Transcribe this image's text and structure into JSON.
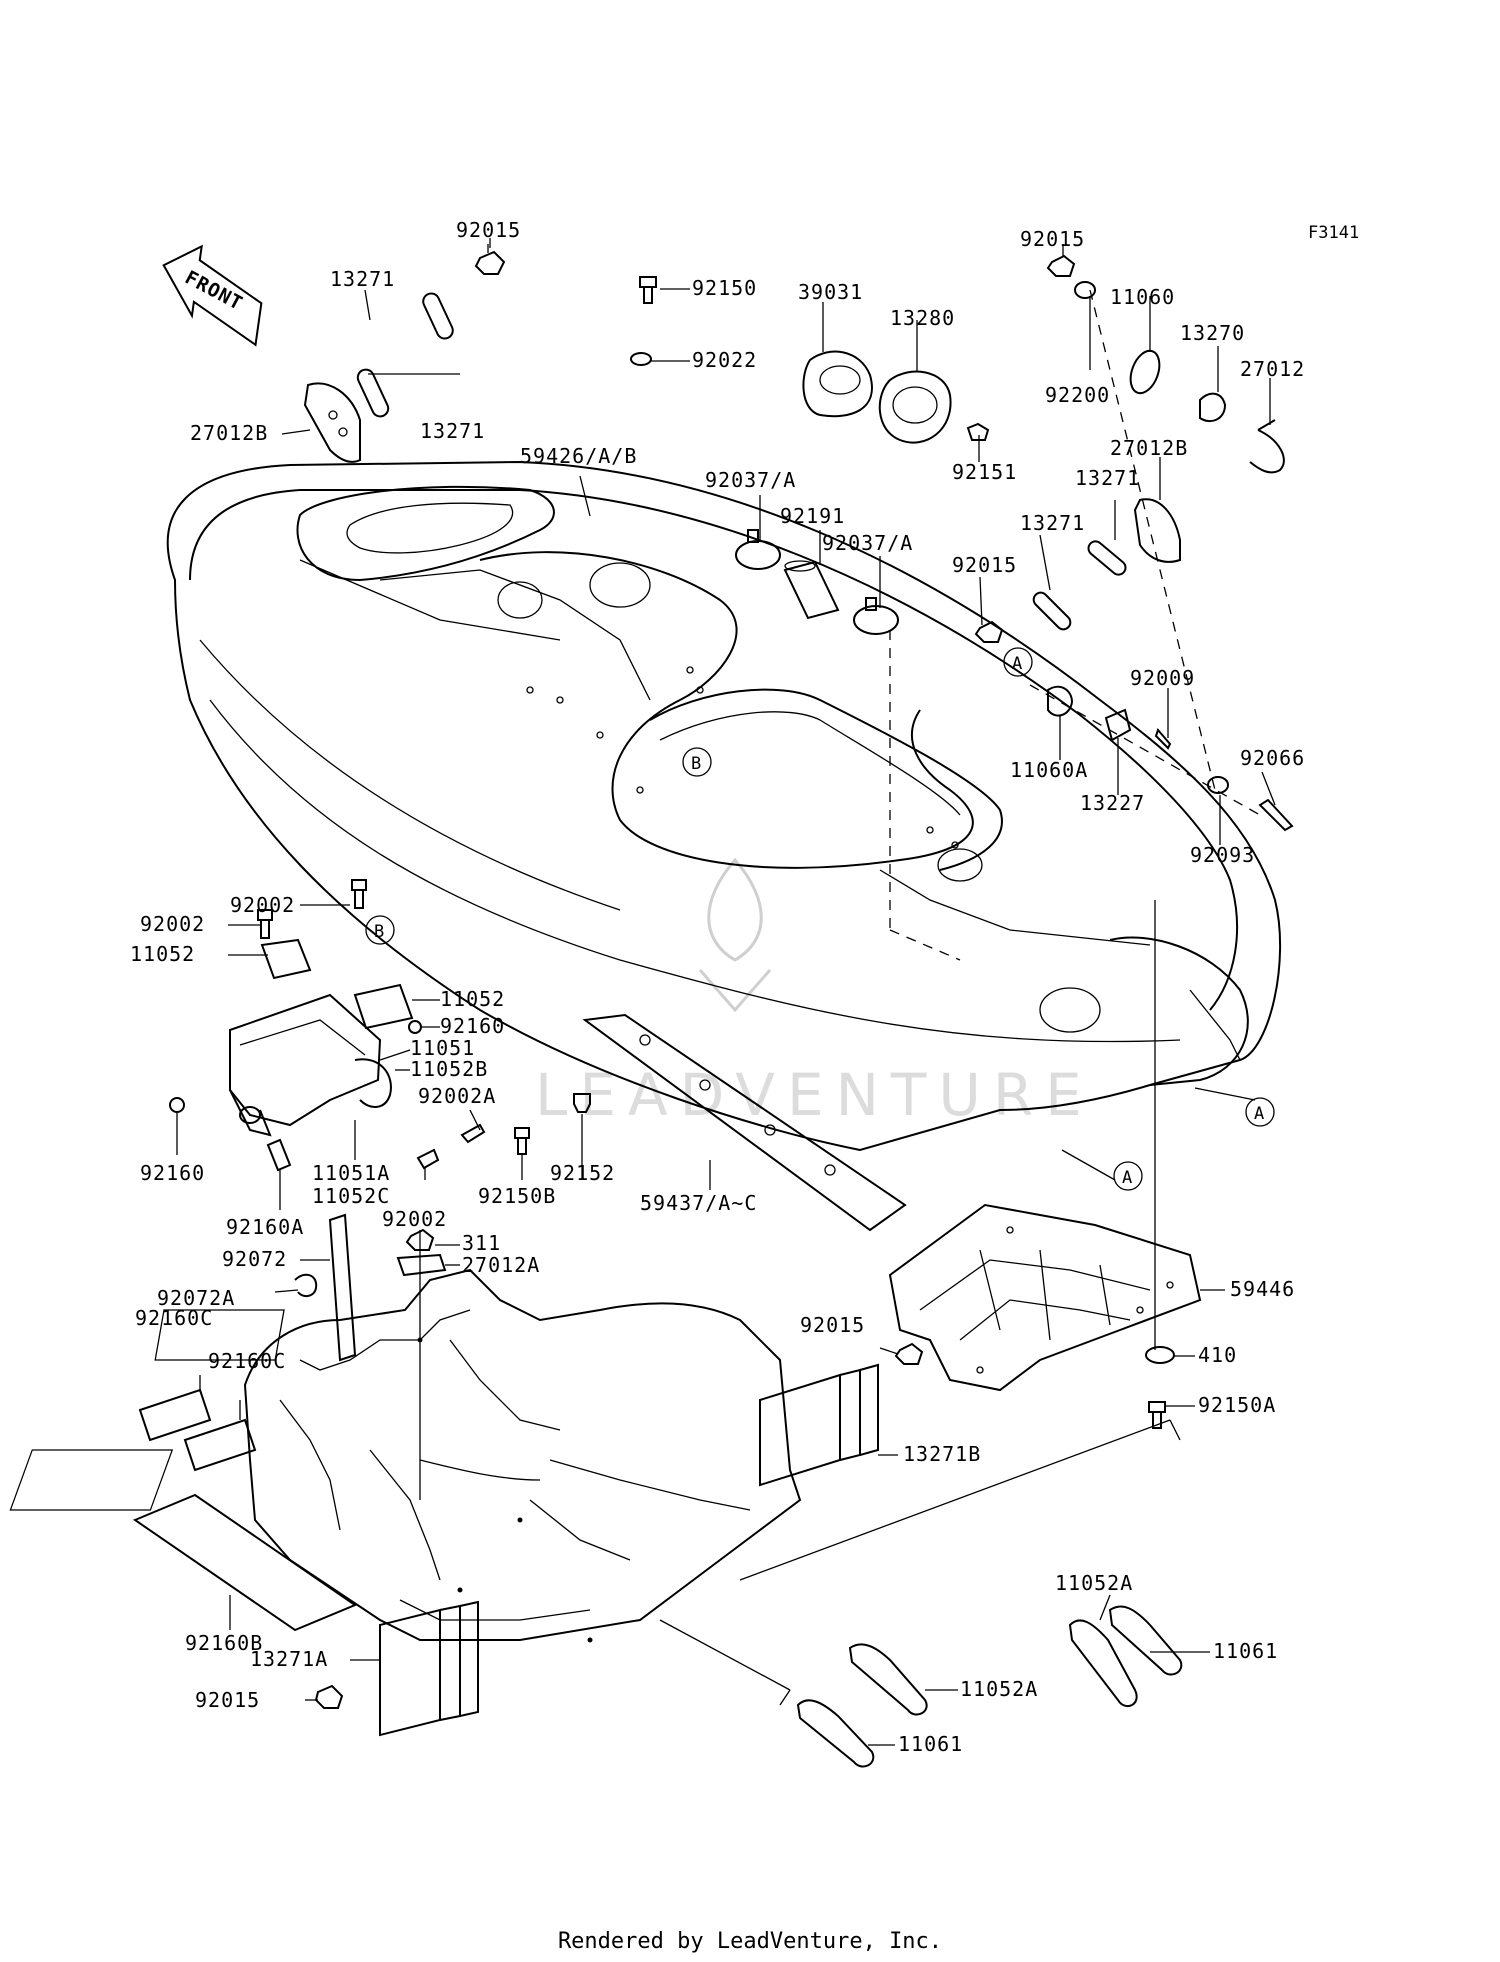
{
  "diagram": {
    "figure_code": "F3141",
    "front_marker": "FRONT",
    "footer": "Rendered by LeadVenture, Inc.",
    "watermark": "LEADVENTURE",
    "ref_markers": {
      "a": "A",
      "b": "B"
    },
    "labels": {
      "p92015_tl": "92015",
      "p13271_a": "13271",
      "p13271_b": "13271",
      "p27012B_l": "27012B",
      "p92150": "92150",
      "p92022": "92022",
      "p39031": "39031",
      "p13280": "13280",
      "p92151": "92151",
      "p59426": "59426/A/B",
      "p92037_1": "92037/A",
      "p92191": "92191",
      "p92037_2": "92037/A",
      "p92015_tr": "92015",
      "p11060": "11060",
      "p92200": "92200",
      "p13270": "13270",
      "p27012": "27012",
      "p27012B_r": "27012B",
      "p13271_c": "13271",
      "p13271_d": "13271",
      "p92015_m": "92015",
      "p92009": "92009",
      "p11060A": "11060A",
      "p13227": "13227",
      "p92066": "92066",
      "p92093": "92093",
      "p92002_1": "92002",
      "p92002_2": "92002",
      "p11052_l": "11052",
      "p11052_r": "11052",
      "p92160": "92160",
      "p11051": "11051",
      "p11052B": "11052B",
      "p92002A": "92002A",
      "p92160_l": "92160",
      "p92150B": "92150B",
      "p92152": "92152",
      "p11051A": "11051A",
      "p11052C": "11052C",
      "p92002_3": "92002",
      "p59437": "59437/A~C",
      "p92160A": "92160A",
      "p311": "311",
      "p27012A": "27012A",
      "p92072": "92072",
      "p92072A": "92072A",
      "p92160C_1": "92160C",
      "p92160C_2": "92160C",
      "p59446": "59446",
      "p92015_b": "92015",
      "p410": "410",
      "p92150A": "92150A",
      "p13271B": "13271B",
      "p92160B": "92160B",
      "p13271A": "13271A",
      "p92015_bl": "92015",
      "p11052A_1": "11052A",
      "p11052A_2": "11052A",
      "p11061_1": "11061",
      "p11061_2": "11061"
    }
  }
}
